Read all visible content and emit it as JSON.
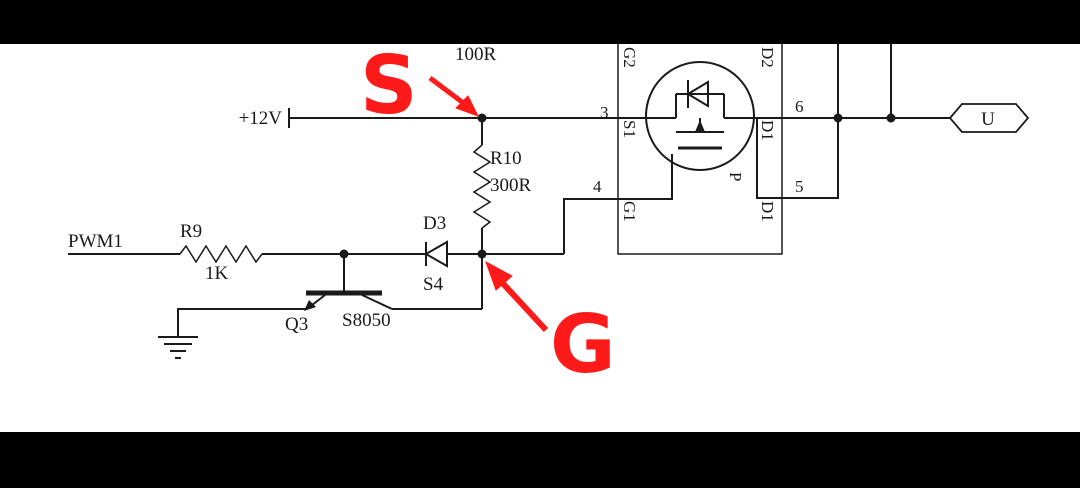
{
  "colors": {
    "background": "#000000",
    "paper": "#ffffff",
    "ink": "#1a1a1a",
    "annotation": "#ff1a1a"
  },
  "diagram": {
    "power_label": "+12V",
    "r_top_value": "100R",
    "pwm_label": "PWM1",
    "r9": {
      "ref": "R9",
      "value": "1K"
    },
    "r10": {
      "ref": "R10",
      "value": "300R"
    },
    "d3": {
      "ref": "D3",
      "value": "S4"
    },
    "q3": {
      "ref": "Q3",
      "value": "S8050"
    },
    "output_label": "U",
    "mosfet": {
      "pin_labels": {
        "g2": "G2",
        "d2": "D2",
        "s1": "S1",
        "d1a": "D1",
        "g1": "G1",
        "d1b": "D1",
        "p": "P"
      },
      "pin_numbers": {
        "p3": "3",
        "p4": "4",
        "p5": "5",
        "p6": "6"
      }
    },
    "annotations": {
      "s_mark": "S",
      "g_mark": "G"
    }
  }
}
